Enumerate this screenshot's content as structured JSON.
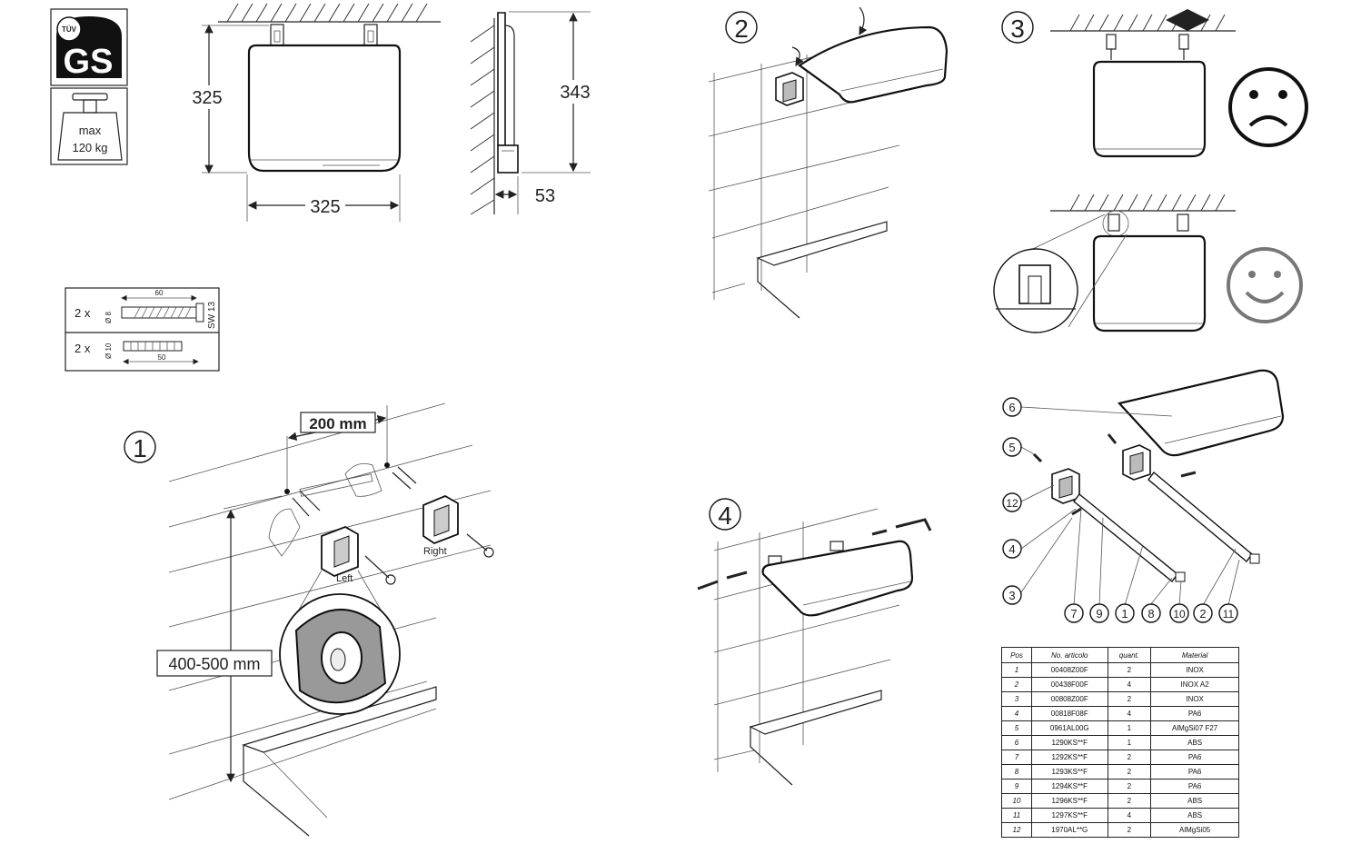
{
  "certification": {
    "tuv": "TÜV",
    "gs": "GS",
    "max_label": "max",
    "max_load": "120 kg"
  },
  "dimensions": {
    "front_height": "325",
    "front_width": "325",
    "side_height": "343",
    "side_depth": "53"
  },
  "hardware": {
    "screw_qty": "2 x",
    "screw_length": "60",
    "screw_dia": "Ø 8",
    "screw_key": "SW 13",
    "plug_qty": "2 x",
    "plug_length": "50",
    "plug_dia": "Ø 10"
  },
  "steps": {
    "step1": {
      "number": "1",
      "spacing": "200 mm",
      "height": "400-500 mm",
      "left": "Left",
      "right": "Right"
    },
    "step2": {
      "number": "2"
    },
    "step3": {
      "number": "3"
    },
    "step4": {
      "number": "4"
    }
  },
  "exploded": {
    "callouts_left": [
      "6",
      "5",
      "12",
      "4",
      "3"
    ],
    "callouts_bottom": [
      "7",
      "9",
      "1",
      "8",
      "10",
      "2",
      "11"
    ]
  },
  "parts_table": {
    "headers": {
      "pos": "Pos",
      "article": "No. articolo",
      "qty": "quant.",
      "material": "Material"
    },
    "rows": [
      {
        "pos": "1",
        "article": "00408Z00F",
        "qty": "2",
        "material": "INOX"
      },
      {
        "pos": "2",
        "article": "00438F00F",
        "qty": "4",
        "material": "INOX A2"
      },
      {
        "pos": "3",
        "article": "00808Z00F",
        "qty": "2",
        "material": "INOX"
      },
      {
        "pos": "4",
        "article": "00818F08F",
        "qty": "4",
        "material": "PA6"
      },
      {
        "pos": "5",
        "article": "0961AL00G",
        "qty": "1",
        "material": "AlMgSi07 F27"
      },
      {
        "pos": "6",
        "article": "1290KS**F",
        "qty": "1",
        "material": "ABS"
      },
      {
        "pos": "7",
        "article": "1292KS**F",
        "qty": "2",
        "material": "PA6"
      },
      {
        "pos": "8",
        "article": "1293KS**F",
        "qty": "2",
        "material": "PA6"
      },
      {
        "pos": "9",
        "article": "1294KS**F",
        "qty": "2",
        "material": "PA6"
      },
      {
        "pos": "10",
        "article": "1296KS**F",
        "qty": "2",
        "material": "ABS"
      },
      {
        "pos": "11",
        "article": "1297KS**F",
        "qty": "4",
        "material": "ABS"
      },
      {
        "pos": "12",
        "article": "1970AL**G",
        "qty": "2",
        "material": "AlMgSi05"
      }
    ]
  }
}
